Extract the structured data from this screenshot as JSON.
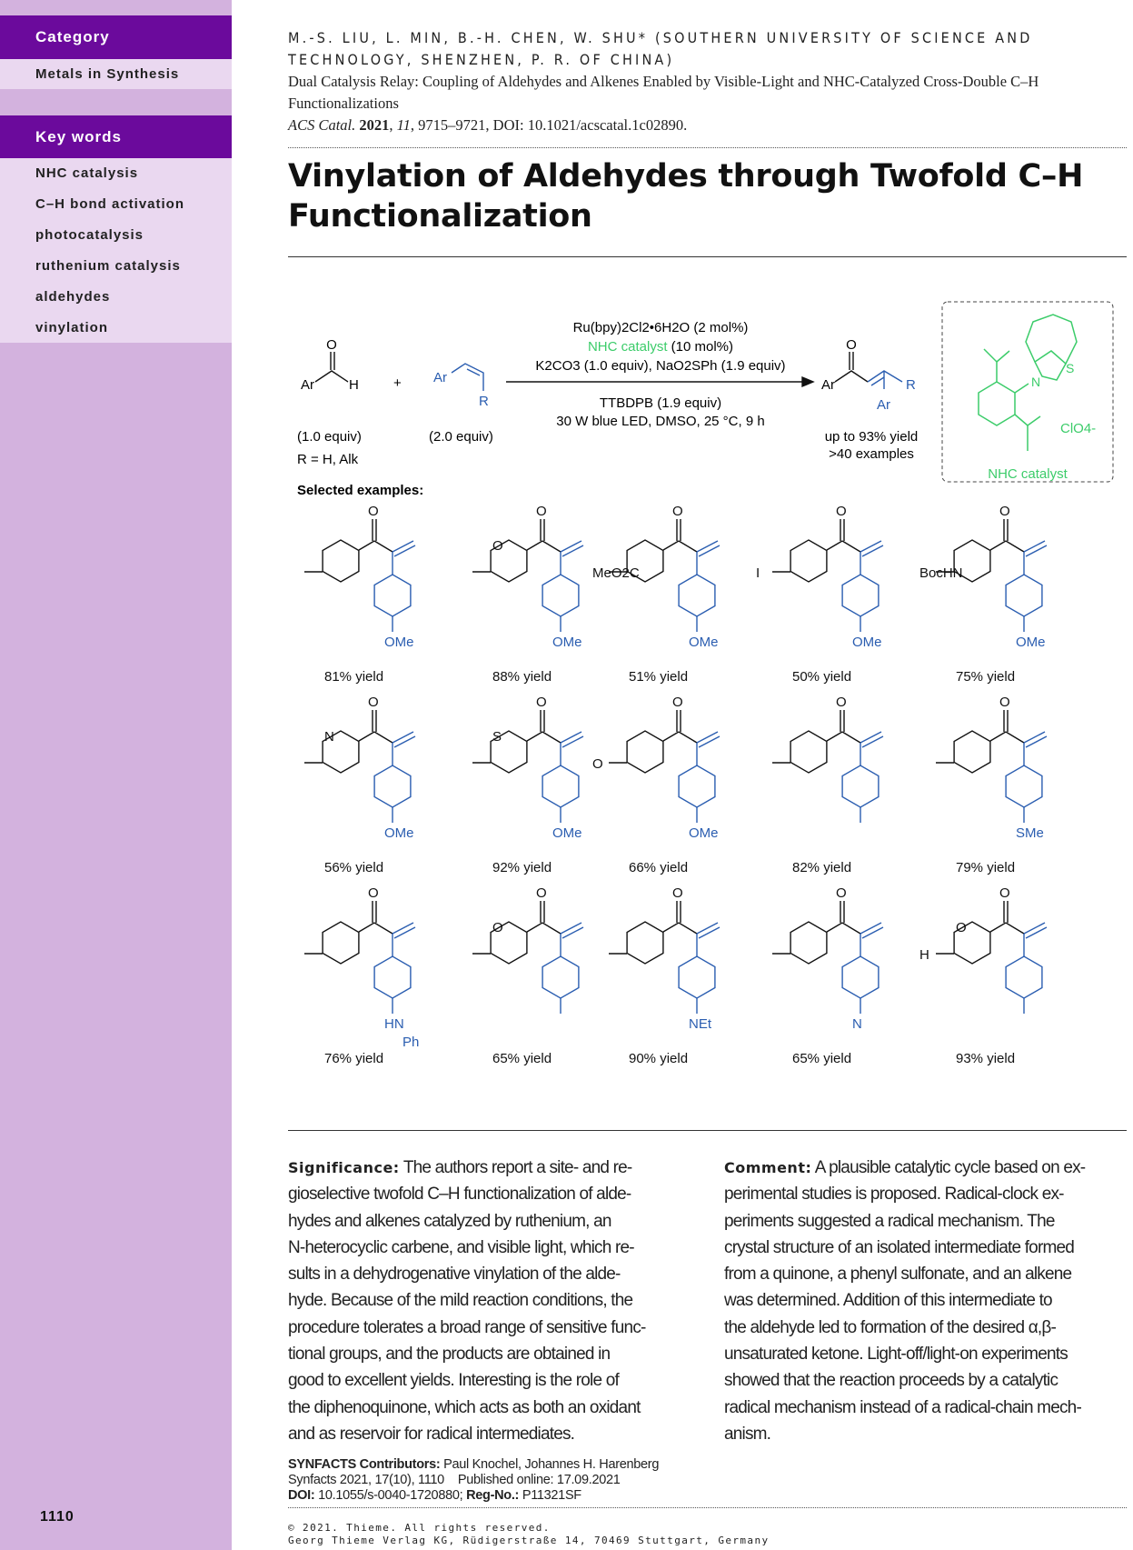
{
  "sidebar": {
    "category_label": "Category",
    "category_value": "Metals in Synthesis",
    "keywords_label": "Key words",
    "keywords": [
      "NHC catalysis",
      "C–H bond activation",
      "photocatalysis",
      "ruthenium catalysis",
      "aldehydes",
      "vinylation"
    ],
    "page_number": "1110"
  },
  "header": {
    "authors_line1": "M.-S. LIU, L. MIN, B.-H. CHEN, W. SHU* (SOUTHERN UNIVERSITY OF SCIENCE AND",
    "authors_line2": "TECHNOLOGY, SHENZHEN, P. R. OF CHINA)",
    "paper_title_line1": "Dual Catalysis Relay: Coupling of Aldehydes and Alkenes Enabled by Visible-Light and NHC-Catalyzed Cross-Double C–H",
    "paper_title_line2": "Functionalizations",
    "journal": "ACS Catal.",
    "year": "2021",
    "volume": "11",
    "citation_rest": ", 9715–9721, DOI: 10.1021/acscatal.1c02890."
  },
  "title_line1": "Vinylation of Aldehydes through Twofold C–H",
  "title_line2": "Functionalization",
  "scheme": {
    "cond1": "Ru(bpy)2Cl2•6H2O (2 mol%)",
    "cond2_green": "NHC catalyst",
    "cond2_rest": " (10 mol%)",
    "cond3": "K2CO3 (1.0 equiv), NaO2SPh (1.9 equiv)",
    "cond4": "TTBDPB (1.9 equiv)",
    "cond5": "30 W blue LED, DMSO, 25 °C, 9 h",
    "aldehyde_equiv": "(1.0 equiv)",
    "alkene_equiv": "(2.0 equiv)",
    "r_def": "R = H, Alk",
    "yield_note": "up to 93% yield",
    "examples_note": ">40 examples",
    "catalyst_label": "NHC catalyst",
    "counterion": "ClO4-",
    "plus": "+",
    "atoms": {
      "O": "O",
      "Ar": "Ar",
      "H": "H",
      "R": "R",
      "N": "N",
      "S": "S"
    },
    "selected_label": "Selected examples:",
    "colors": {
      "blue": "#2a5db0",
      "green": "#3ccc6a"
    }
  },
  "examples": [
    {
      "left": "",
      "hetero": "",
      "bottom": "OMe",
      "yield": "81% yield"
    },
    {
      "left": "",
      "hetero": "O",
      "bottom": "OMe",
      "yield": "88% yield"
    },
    {
      "left": "MeO2C",
      "hetero": "",
      "bottom": "OMe",
      "yield": "51% yield"
    },
    {
      "left": "I",
      "hetero": "",
      "bottom": "OMe",
      "yield": "50% yield"
    },
    {
      "left": "BocHN",
      "hetero": "",
      "bottom": "OMe",
      "yield": "75% yield"
    },
    {
      "left": "",
      "hetero": "N",
      "bottom": "OMe",
      "yield": "56% yield"
    },
    {
      "left": "",
      "hetero": "S",
      "bottom": "OMe",
      "yield": "92% yield"
    },
    {
      "left": "O",
      "hetero": "",
      "bottom": "OMe",
      "yield": "66% yield"
    },
    {
      "left": "",
      "hetero": "",
      "bottom": "",
      "yield": "82% yield"
    },
    {
      "left": "",
      "hetero": "",
      "bottom": "SMe",
      "yield": "79% yield"
    },
    {
      "left": "",
      "hetero": "",
      "bottom": "HN",
      "extra": "Ph",
      "yield": "76% yield"
    },
    {
      "left": "",
      "hetero": "O",
      "bottom": "",
      "yield": "65% yield"
    },
    {
      "left": "",
      "hetero": "",
      "bottom": "NEt",
      "yield": "90% yield"
    },
    {
      "left": "",
      "hetero": "",
      "bottom": "N",
      "yield": "65% yield"
    },
    {
      "left": "H",
      "hetero": "O",
      "bottom": "",
      "yield": "93% yield"
    }
  ],
  "significance": {
    "label": "Significance:",
    "lines": [
      " The authors report a site- and re-",
      "gioselective twofold C–H functionalization of alde-",
      "hydes and alkenes catalyzed by ruthenium, an",
      "N-heterocyclic carbene, and visible light, which re-",
      "sults in a dehydrogenative vinylation of the alde-",
      "hyde. Because of the mild reaction conditions, the",
      "procedure tolerates a broad range of sensitive func-",
      "tional groups, and the products are obtained in",
      "good to excellent yields. Interesting is the role of",
      "the diphenoquinone, which acts as both an oxidant",
      "and as reservoir for radical intermediates."
    ]
  },
  "comment": {
    "label": "Comment:",
    "lines": [
      " A plausible catalytic cycle based on ex-",
      "perimental studies is proposed. Radical-clock ex-",
      "periments suggested a radical mechanism. The",
      "crystal structure of an isolated intermediate formed",
      "from a quinone, a phenyl sulfonate, and an alkene",
      "was determined. Addition of this intermediate to",
      "the aldehyde led to formation of the desired α,β-",
      "unsaturated ketone. Light-off/light-on experiments",
      "showed that the reaction proceeds by a catalytic",
      "radical mechanism instead of a radical-chain mech-",
      "anism."
    ]
  },
  "footer": {
    "contributors_label": "SYNFACTS Contributors:",
    "contributors": " Paul Knochel, Johannes H. Harenberg",
    "citation": "Synfacts  2021, 17(10), 1110",
    "published": "Published online: 17.09.2021",
    "doi_label": "DOI:",
    "doi": " 10.1055/s-0040-1720880; ",
    "reg_label": "Reg-No.:",
    "reg": " P11321SF",
    "copyright": "© 2021. Thieme. All rights reserved.",
    "publisher": "Georg Thieme Verlag KG, Rüdigerstraße 14, 70469 Stuttgart, Germany"
  }
}
